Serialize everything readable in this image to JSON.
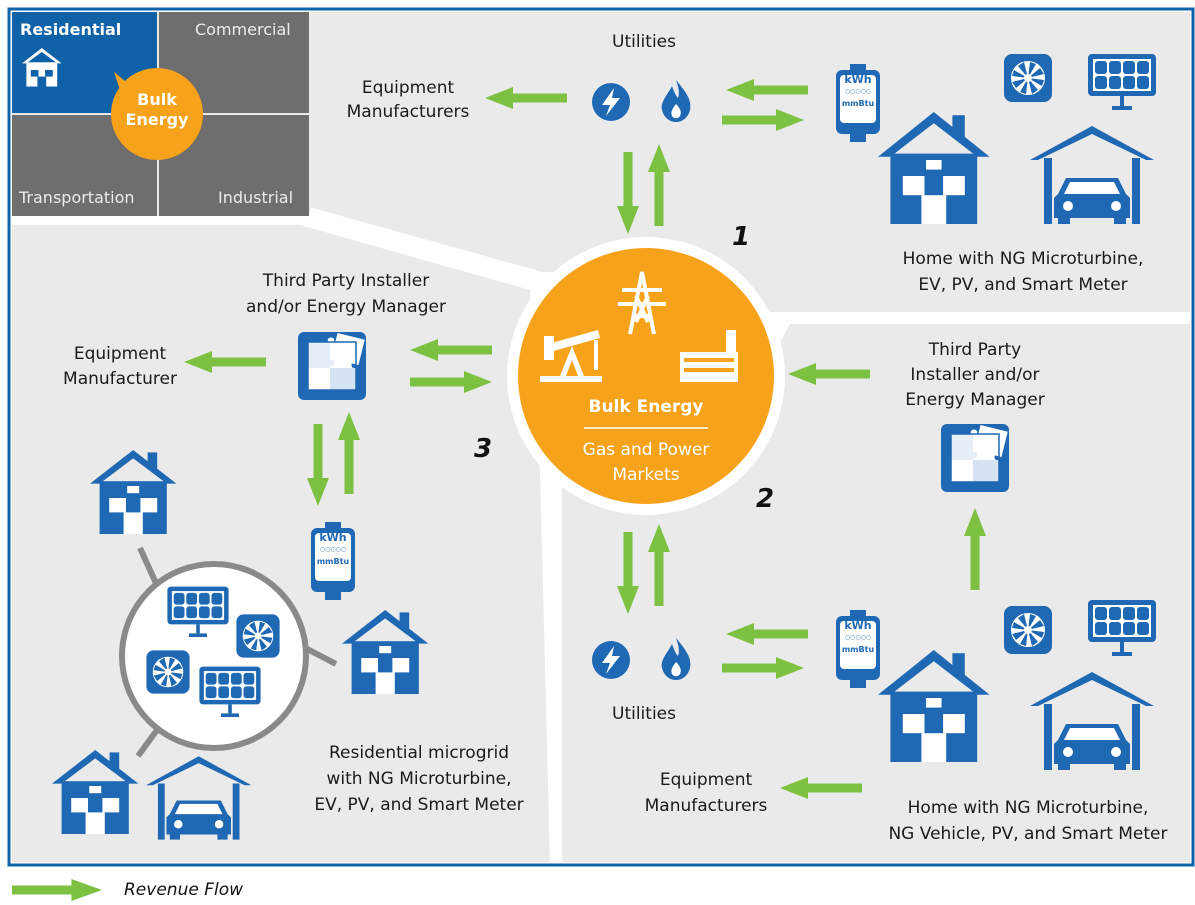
{
  "colors": {
    "frame": "#0f61a8",
    "panel": "#eaeaea",
    "orange": "#f7a21b",
    "green": "#7cc142",
    "blue": "#1f68b3",
    "gray_quad": "#6e6e6e"
  },
  "quadrant_key": {
    "residential": "Residential",
    "commercial": "Commercial",
    "transportation": "Transportation",
    "industrial": "Industrial",
    "bulk_line1": "Bulk",
    "bulk_line2": "Energy"
  },
  "center": {
    "title": "Bulk Energy",
    "sub_line1": "Gas and Power",
    "sub_line2": "Markets"
  },
  "scenario_numbers": {
    "one": "1",
    "two": "2",
    "three": "3"
  },
  "scenario1": {
    "utilities": "Utilities",
    "equip_line1": "Equipment",
    "equip_line2": "Manufacturers",
    "home_line1": "Home with NG Microturbine,",
    "home_line2": "EV, PV, and Smart Meter"
  },
  "scenario2": {
    "installer_line1": "Third Party",
    "installer_line2": "Installer and/or",
    "installer_line3": "Energy Manager",
    "utilities": "Utilities",
    "equip_line1": "Equipment",
    "equip_line2": "Manufacturers",
    "home_line1": "Home with NG Microturbine,",
    "home_line2": "NG Vehicle, PV, and Smart Meter"
  },
  "scenario3": {
    "installer_line1": "Third Party Installer",
    "installer_line2": "and/or Energy Manager",
    "equip_line1": "Equipment",
    "equip_line2": "Manufacturer",
    "micro_line1": "Residential microgrid",
    "micro_line2": "with NG Microturbine,",
    "micro_line3": "EV, PV, and Smart Meter"
  },
  "meter": {
    "unit1": "kWh",
    "dots": "○○○○○",
    "unit2": "mmBtu"
  },
  "legend": {
    "label": "Revenue Flow"
  },
  "icons": [
    "lightning-icon",
    "flame-icon",
    "smart-meter-icon",
    "solar-panel-icon",
    "microturbine-icon",
    "house-icon",
    "car-garage-icon",
    "puzzle-icon",
    "transmission-tower-icon",
    "oil-pumpjack-icon",
    "factory-icon",
    "ev-charger-icon",
    "gas-pump-icon"
  ]
}
